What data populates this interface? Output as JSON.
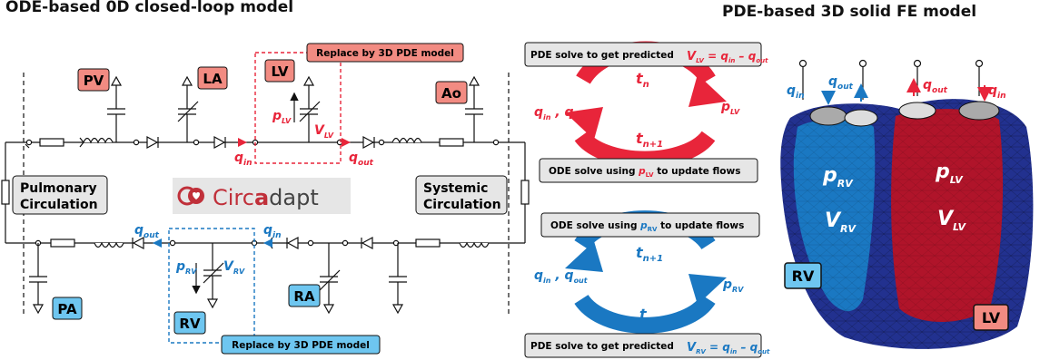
{
  "titles": {
    "left": "ODE-based 0D closed-loop model",
    "right": "PDE-based 3D solid FE model"
  },
  "colors": {
    "lv_red": "#e8253a",
    "rv_blue": "#1a78c2",
    "pink_box": "#f28b82",
    "blue_box": "#6ec6f0"
  },
  "circuit": {
    "chambers": {
      "pv": "PV",
      "la": "LA",
      "lv": "LV",
      "ao": "Ao",
      "pa": "PA",
      "ra": "RA",
      "rv": "RV"
    },
    "replace_lv": "Replace by 3D PDE model",
    "replace_rv": "Replace by 3D PDE model",
    "pulmonary": [
      "Pulmonary",
      "Circulation"
    ],
    "systemic": [
      "Systemic",
      "Circulation"
    ],
    "logo": {
      "part1": "Circ",
      "part2": "a",
      "part3": "dapt"
    },
    "flow": {
      "q": "q",
      "in": "in",
      "out": "out"
    },
    "pressure": {
      "p": "p",
      "lv": "LV",
      "rv": "RV",
      "v": "V"
    }
  },
  "cycle_lv": {
    "top": "PDE solve to get predicted",
    "bottom": "ODE solve using",
    "bottom_tail": "to update flows",
    "tn": "t",
    "tn_sub": "n",
    "tn1_sub": "n+1",
    "eq": "= q",
    "minus": "– q"
  },
  "cycle_rv": {
    "top": "ODE solve using",
    "top_tail": "to update flows",
    "bottom": "PDE solve to get predicted"
  },
  "heart": {
    "p": "p",
    "v": "V",
    "rv_badge": "RV",
    "lv_badge": "LV"
  }
}
